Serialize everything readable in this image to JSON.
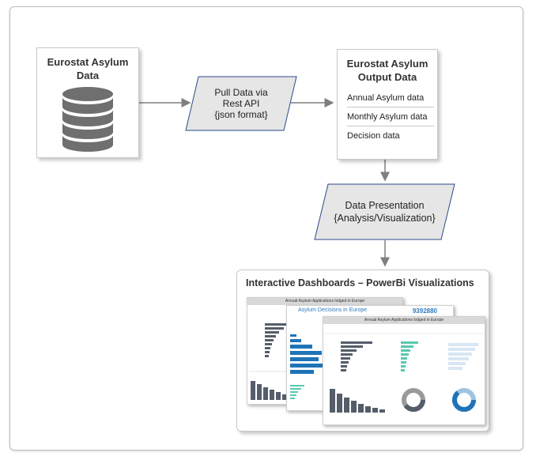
{
  "source": {
    "title": "Eurostat Asylum Data",
    "icon": "database-icon"
  },
  "pull": {
    "line1": "Pull Data via",
    "line2": "Rest API",
    "line3": "{json format}"
  },
  "output": {
    "title": "Eurostat Asylum Output Data",
    "items": [
      "Annual Asylum data",
      "Monthly Asylum data",
      "Decision data"
    ]
  },
  "presentation": {
    "line1": "Data Presentation",
    "line2": "{Analysis/Visualization}"
  },
  "dashboards": {
    "title": "Interactive Dashboards – PowerBi Visualizations",
    "screens": {
      "back_title": "Annual Asylum Applications lodged in Europe",
      "mid_title": "Asylum Decisions in Europe",
      "mid_number": "9392880",
      "front_title": "Annual Asylum Applications lodged in Europe"
    }
  },
  "colors": {
    "shape_fill": "#e6e6e6",
    "shape_stroke": "#2a4a8a",
    "arrow": "#7f7f7f",
    "db_dark": "#6f6f6f",
    "db_light": "#9a9a9a",
    "bar_dark": "#555d6a",
    "bar_blue": "#1f73b7",
    "bar_teal": "#5ac8b0"
  }
}
